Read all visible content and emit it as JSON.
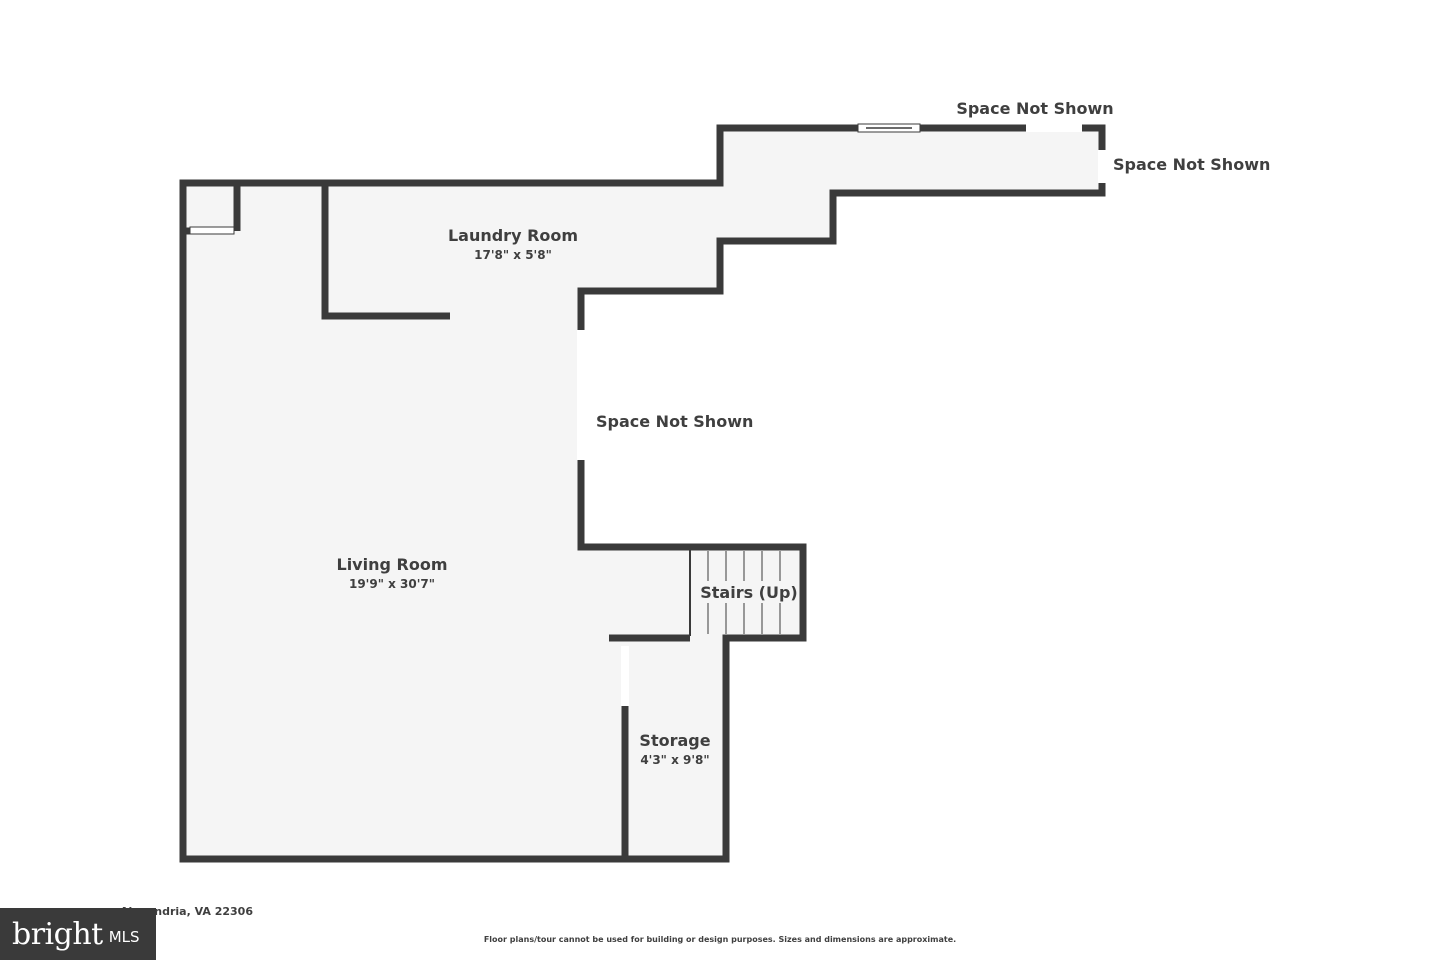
{
  "rooms": {
    "laundry": {
      "name": "Laundry Room",
      "dims": "17'8\" x 5'8\""
    },
    "living": {
      "name": "Living Room",
      "dims": "19'9\" x 30'7\""
    },
    "storage": {
      "name": "Storage",
      "dims": "4'3\" x 9'8\""
    },
    "stairs": {
      "name": "Stairs (Up)"
    }
  },
  "exterior_labels": {
    "top": "Space Not Shown",
    "right": "Space Not Shown",
    "middle": "Space Not Shown"
  },
  "footer": {
    "address": "Alexandria, VA 22306",
    "disclaimer": "Floor plans/tour cannot be used for building or design purposes. Sizes and dimensions are approximate."
  },
  "badge": {
    "brand_word": "bright",
    "brand_suffix": "MLS"
  },
  "colors": {
    "wall": "#3a3a3a",
    "floor": "#f5f5f5",
    "text": "#3f3f3f",
    "badge_bg": "#3a3a3a"
  }
}
